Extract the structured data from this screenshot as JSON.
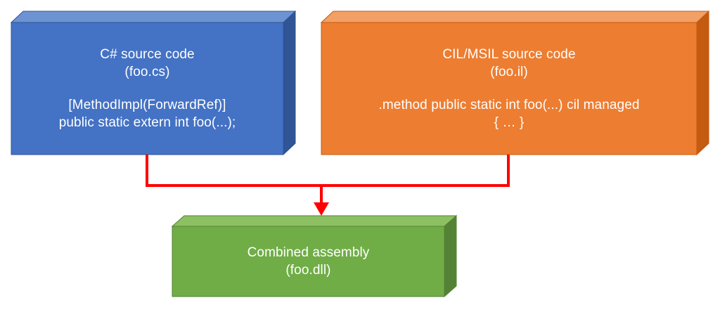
{
  "diagram": {
    "title": "C# and CIL/MSIL combined assembly build flow",
    "background_color": "#FFFFFF",
    "connector_color": "#FF0000",
    "nodes": [
      {
        "id": "csharp-source",
        "name": "csharp-source-box",
        "title_line1": "C# source code",
        "title_line2": "(foo.cs)",
        "code_line1": "[MethodImpl(ForwardRef)]",
        "code_line2": "public static extern int foo(...);",
        "face_color": "#4472C4",
        "top_color": "#6D93D2",
        "side_color": "#2F5597",
        "edge_color": "#2F5597",
        "text_color": "#FFFFFF"
      },
      {
        "id": "cil-source",
        "name": "cil-source-box",
        "title_line1": "CIL/MSIL source code",
        "title_line2": "(foo.il)",
        "code_line1": ".method public static int foo(...) cil managed",
        "code_line2": "{ … }",
        "face_color": "#ED7D31",
        "top_color": "#F2A065",
        "side_color": "#C55A11",
        "edge_color": "#C55A11",
        "text_color": "#FFFFFF"
      },
      {
        "id": "combined-assembly",
        "name": "combined-assembly-box",
        "title_line1": "Combined assembly",
        "title_line2": "(foo.dll)",
        "code_line1": "",
        "code_line2": "",
        "face_color": "#70AD47",
        "top_color": "#8CC063",
        "side_color": "#548235",
        "edge_color": "#548235",
        "text_color": "#FFFFFF"
      }
    ],
    "connector": {
      "name": "merge-connector",
      "from": [
        "csharp-source",
        "cil-source"
      ],
      "to": "combined-assembly",
      "arrow_head": "down-arrow",
      "color": "#FF0000",
      "stroke_width": 4
    }
  }
}
